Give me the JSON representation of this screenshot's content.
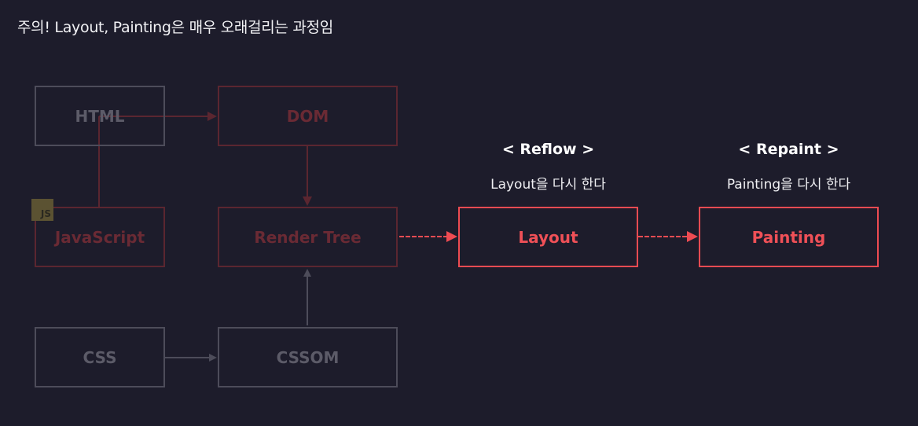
{
  "title": "주의! Layout, Painting은 매우 오래걸리는 과정임",
  "nodes": {
    "html": "HTML",
    "dom": "DOM",
    "javascript": "JavaScript",
    "render_tree": "Render Tree",
    "css": "CSS",
    "cssom": "CSSOM",
    "layout": "Layout",
    "painting": "Painting"
  },
  "badges": {
    "js": "JS"
  },
  "reflow": {
    "heading": "< Reflow >",
    "description": "Layout을 다시 한다"
  },
  "repaint": {
    "heading": "< Repaint >",
    "description": "Painting을 다시 한다"
  },
  "colors": {
    "background": "#1d1c2b",
    "highlight": "#ee4b52",
    "dim_red": "#5b2630",
    "dim_gray": "#4d4c5a"
  }
}
